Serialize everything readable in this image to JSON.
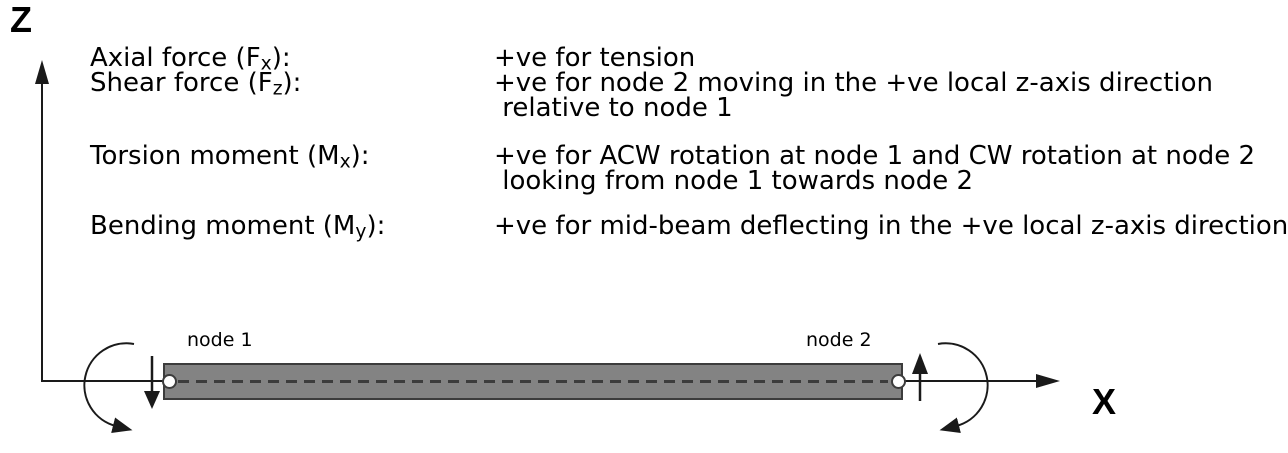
{
  "diagram": {
    "z_axis_label": "Z",
    "x_axis_label": "X",
    "node1_label": "node 1",
    "node2_label": "node 2",
    "beam_fill": "#838383",
    "beam_stroke": "#3c3c3c",
    "line_color": "#1a1a1a"
  },
  "conventions": {
    "rows": [
      {
        "term_pre": "Axial force (F",
        "term_sub": "x",
        "term_post": "):",
        "desc_line1": "+ve for tension",
        "desc_line2": ""
      },
      {
        "term_pre": "Shear force (F",
        "term_sub": "z",
        "term_post": "):",
        "desc_line1": "+ve for node 2 moving in the +ve local z-axis direction",
        "desc_line2": " relative to node 1"
      },
      {
        "term_pre": "Torsion moment (M",
        "term_sub": "x",
        "term_post": "):",
        "desc_line1": "+ve for ACW rotation at node 1 and CW rotation at node 2",
        "desc_line2": " looking from node 1 towards node 2"
      },
      {
        "term_pre": "Bending moment (M",
        "term_sub": "y",
        "term_post": "):",
        "desc_line1": "+ve for mid-beam deflecting in the +ve local z-axis direction",
        "desc_line2": ""
      }
    ]
  }
}
